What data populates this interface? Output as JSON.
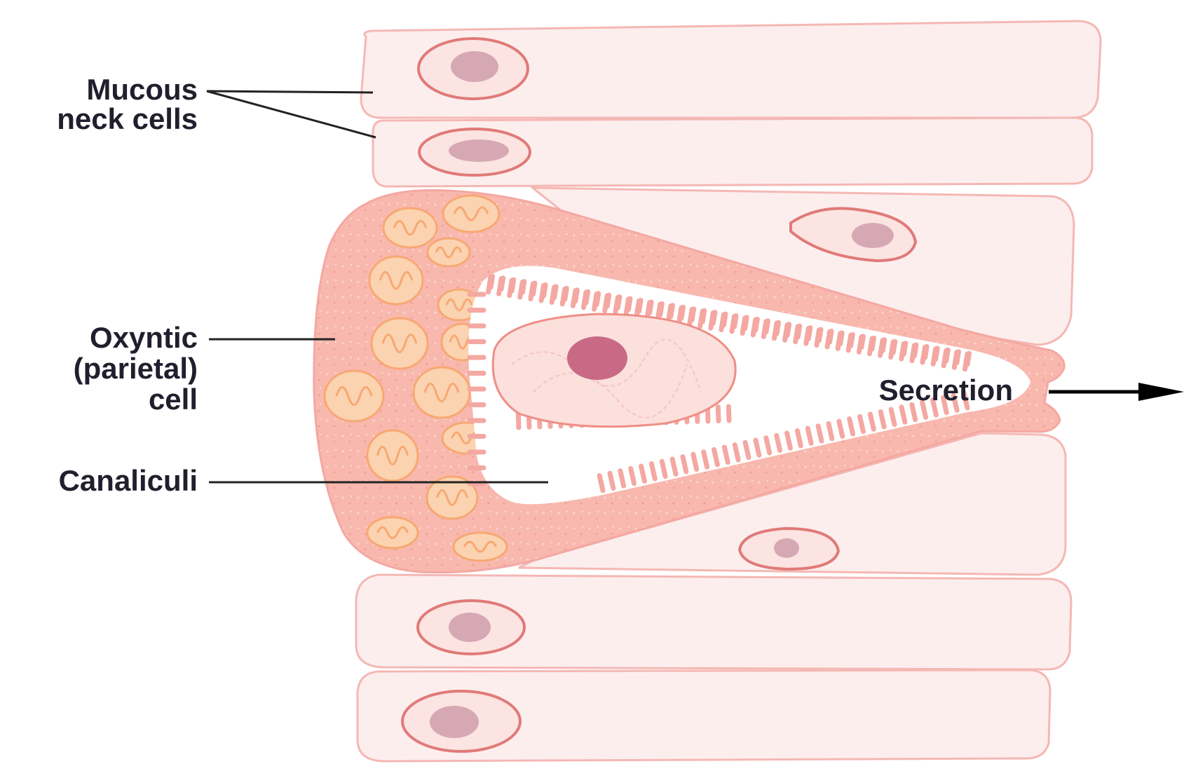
{
  "labels": {
    "mucous_line1": "Mucous",
    "mucous_line2": "neck cells",
    "oxyntic_line1": "Oxyntic",
    "oxyntic_line2": "(parietal)",
    "oxyntic_line3": "cell",
    "canaliculi": "Canaliculi",
    "secretion": "Secretion"
  },
  "colors": {
    "cell_fill": "#fdeeee",
    "cell_stroke": "#f4b8b4",
    "nucleus_ring": "#e07a78",
    "nucleus_core": "#d6a8b4",
    "parietal_fill": "#f8b8ae",
    "mitochondria": "#f7a872",
    "parietal_nucleus": "#c86a86"
  }
}
